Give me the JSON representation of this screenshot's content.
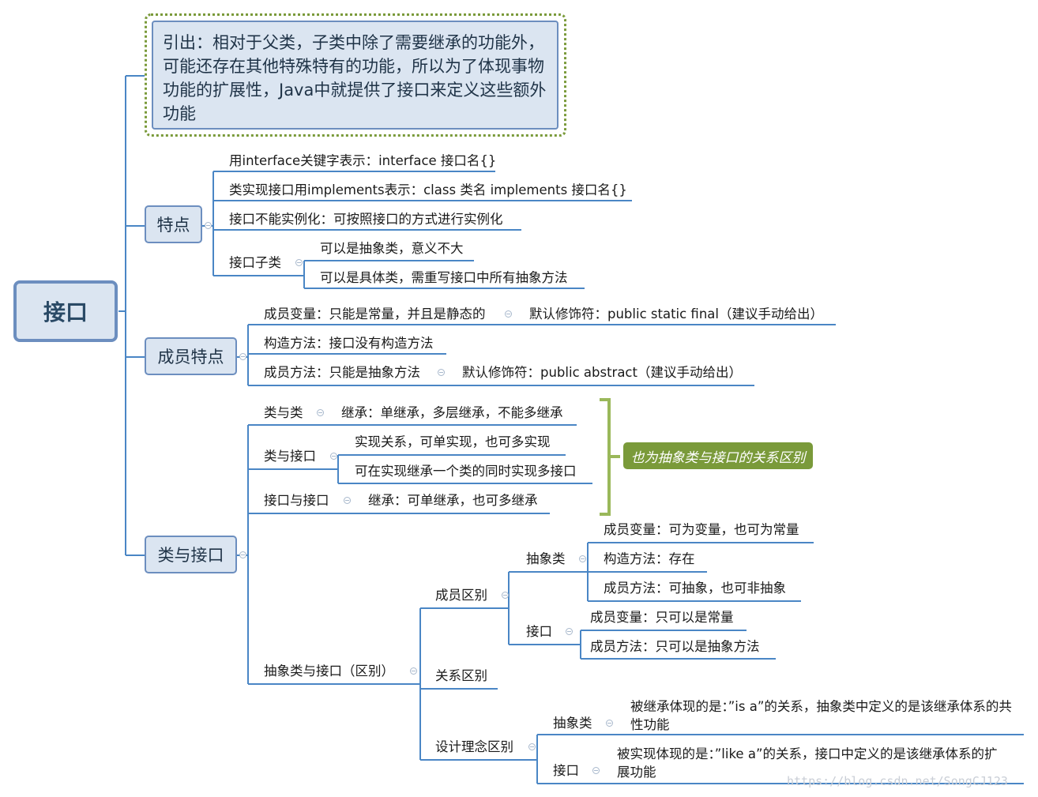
{
  "root": "接口",
  "intro": "引出：相对于父类，子类中除了需要继承的功能外，可能还存在其他特殊特有的功能，所以为了体现事物功能的扩展性，Java中就提供了接口来定义这些额外功能",
  "features": {
    "title": "特点",
    "items": [
      "用interface关键字表示：interface 接口名{}",
      "类实现接口用implements表示：class 类名 implements 接口名{}",
      "接口不能实例化：可按照接口的方式进行实例化"
    ],
    "subclass": {
      "label": "接口子类",
      "items": [
        "可以是抽象类，意义不大",
        "可以是具体类，需重写接口中所有抽象方法"
      ]
    }
  },
  "members": {
    "title": "成员特点",
    "variable": {
      "label": "成员变量：只能是常量，并且是静态的",
      "detail": "默认修饰符：public static final（建议手动给出）"
    },
    "constructor": "构造方法：接口没有构造方法",
    "method": {
      "label": "成员方法：只能是抽象方法",
      "detail": "默认修饰符：public abstract（建议手动给出）"
    }
  },
  "relations": {
    "title": "类与接口",
    "class_class": {
      "label": "类与类",
      "detail": "继承：单继承，多层继承，不能多继承"
    },
    "class_interface": {
      "label": "类与接口",
      "items": [
        "实现关系，可单实现，也可多实现",
        "可在实现继承一个类的同时实现多接口"
      ]
    },
    "interface_interface": {
      "label": "接口与接口",
      "detail": "继承：可单继承，也可多继承"
    },
    "callout": "也为抽象类与接口的关系区别",
    "diff": {
      "label": "抽象类与接口（区别）",
      "member_diff": {
        "label": "成员区别",
        "abstract_class": {
          "label": "抽象类",
          "items": [
            "成员变量：可为变量，也可为常量",
            "构造方法：存在",
            "成员方法：可抽象，也可非抽象"
          ]
        },
        "interface": {
          "label": "接口",
          "items": [
            "成员变量：只可以是常量",
            "成员方法：只可以是抽象方法"
          ]
        }
      },
      "relation_diff": "关系区别",
      "design_diff": {
        "label": "设计理念区别",
        "abstract_class": {
          "label": "抽象类",
          "detail": "被继承体现的是：”is a”的关系，抽象类中定义的是该继承体系的共性功能"
        },
        "interface": {
          "label": "接口",
          "detail": "被实现体现的是：”like a”的关系，接口中定义的是该继承体系的扩展功能"
        }
      }
    }
  },
  "watermark": "https://blog.csdn.net/SongCJ123",
  "colors": {
    "node_fill": "#dbe5f1",
    "node_border": "#6c8ebf",
    "line": "#4a86c5",
    "callout": "#7a9a3a"
  }
}
